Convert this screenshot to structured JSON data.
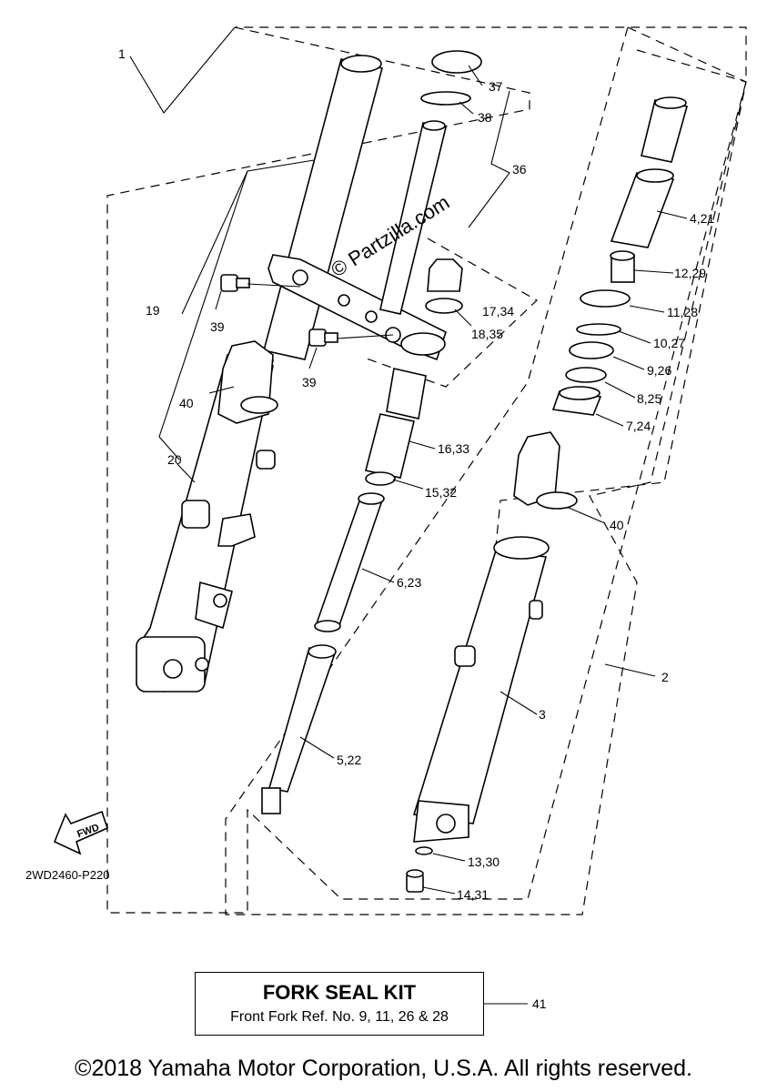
{
  "diagram": {
    "callouts": {
      "c1": "1",
      "c2": "2",
      "c3": "3",
      "c4_21": "4,21",
      "c5_22": "5,22",
      "c6_23": "6,23",
      "c7_24": "7,24",
      "c8_25": "8,25",
      "c9_26": "9,26",
      "c10_27": "10,27",
      "c11_28": "11,28",
      "c12_29": "12,29",
      "c13_30": "13,30",
      "c14_31": "14,31",
      "c15_32": "15,32",
      "c16_33": "16,33",
      "c17_34": "17,34",
      "c18_35": "18,35",
      "c19": "19",
      "c20": "20",
      "c36": "36",
      "c37": "37",
      "c38": "38",
      "c39a": "39",
      "c39b": "39",
      "c40a": "40",
      "c40b": "40",
      "c41": "41"
    },
    "fwd_label": "FWD",
    "diagram_code": "2WD2460-P220",
    "watermark": "© Partzilla.com"
  },
  "kit": {
    "title": "FORK SEAL KIT",
    "subtitle": "Front Fork Ref. No. 9, 11, 26 & 28"
  },
  "footer": {
    "copyright": "©2018 Yamaha Motor Corporation, U.S.A. All rights reserved."
  }
}
